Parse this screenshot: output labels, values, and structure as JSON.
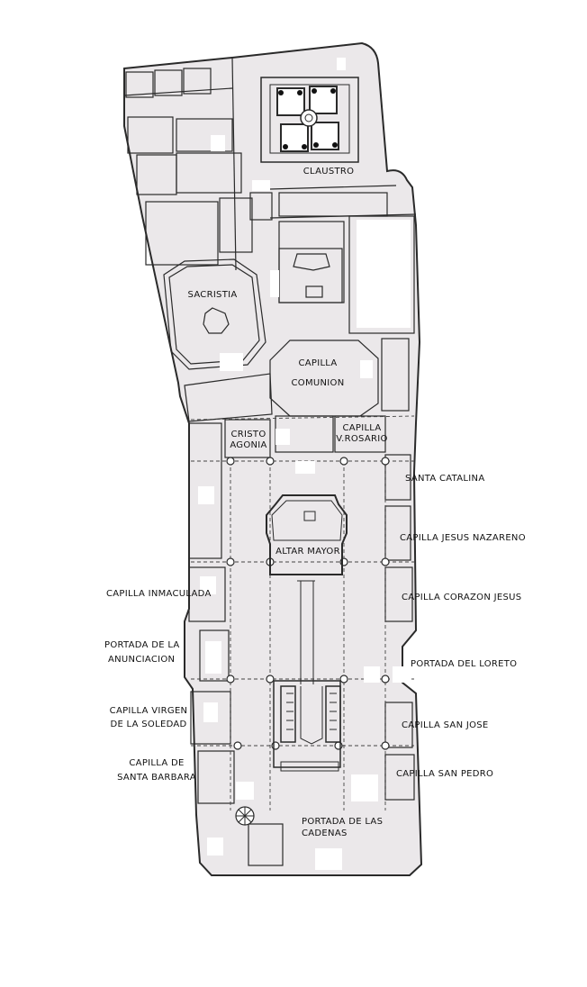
{
  "labels": {
    "claustro": "CLAUSTRO",
    "sacristia": "SACRISTIA",
    "capilla_comunion_1": "CAPILLA",
    "capilla_comunion_2": "COMUNION",
    "cristo_agonia_1": "CRISTO",
    "cristo_agonia_2": "AGONIA",
    "capilla_rosario_1": "CAPILLA",
    "capilla_rosario_2": "V.ROSARIO",
    "santa_catalina": "SANTA CATALINA",
    "jesus_nazareno": "CAPILLA JESUS NAZARENO",
    "altar_mayor": "ALTAR MAYOR",
    "corazon_jesus": "CAPILLA CORAZON  JESUS",
    "inmaculada": "CAPILLA INMACULADA",
    "portada_anunciacion_1": "PORTADA DE LA",
    "portada_anunciacion_2": "ANUNCIACION",
    "portada_loreto": "PORTADA DEL LORETO",
    "virgen_soledad_1": "CAPILLA VIRGEN",
    "virgen_soledad_2": "DE LA SOLEDAD",
    "san_jose": "CAPILLA SAN JOSE",
    "santa_barbara_1": "CAPILLA DE",
    "santa_barbara_2": "SANTA BARBARA",
    "san_pedro": "CAPILLA SAN PEDRO",
    "portada_cadenas_1": "PORTADA DE LAS",
    "portada_cadenas_2": "CADENAS"
  },
  "colors": {
    "floor": "#ebe8ea",
    "line": "#2a2a2a",
    "white_patch": "#ffffff",
    "background": "#ffffff"
  }
}
